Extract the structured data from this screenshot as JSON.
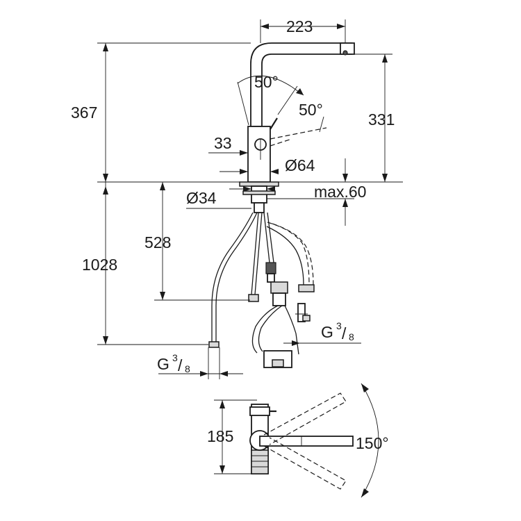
{
  "dimensions": {
    "spout_reach": "223",
    "total_height": "367",
    "spout_height": "331",
    "lever_angle_left": "50°",
    "lever_angle_right": "50°",
    "lever_offset": "33",
    "base_diameter": "Ø64",
    "hole_diameter": "Ø34",
    "max_thickness": "max.60",
    "hose_length": "528",
    "total_length": "1028",
    "connection_right_prefix": "G",
    "connection_right_num": "3",
    "connection_right_den": "8",
    "connection_left_prefix": "G",
    "connection_left_num": "3",
    "connection_left_den": "8",
    "depth": "185",
    "swivel_angle": "150°"
  },
  "colors": {
    "line": "#1a1a1a",
    "body_fill": "#ffffff",
    "grey_fill": "#d9d9d9"
  }
}
